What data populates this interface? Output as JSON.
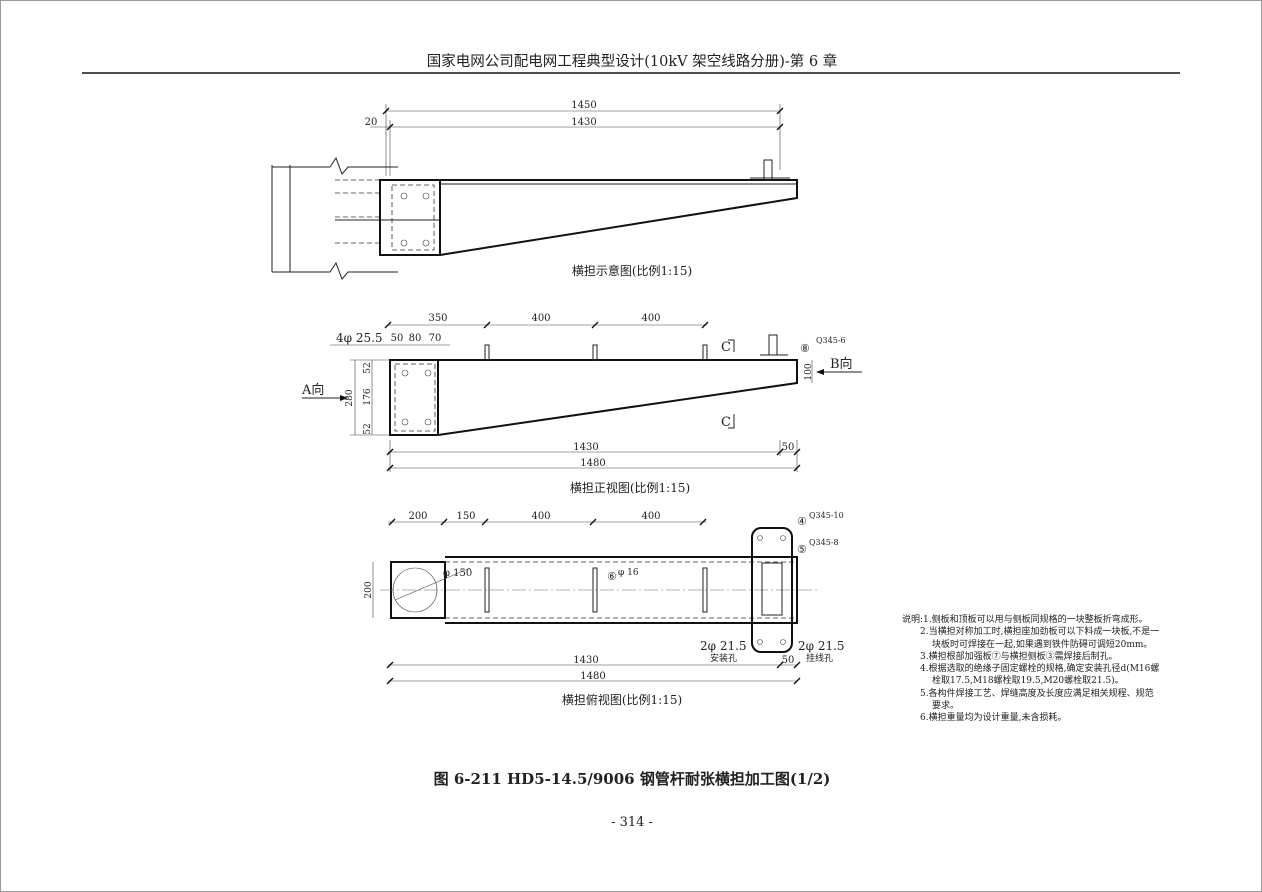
{
  "header": {
    "title": "国家电网公司配电网工程典型设计(10kV 架空线路分册)-第 6 章"
  },
  "view1": {
    "caption": "横担示意图(比例1:15)",
    "dims": {
      "overall": "1450",
      "main": "1430",
      "offset": "20"
    }
  },
  "view2": {
    "caption": "横担正视图(比例1:15)",
    "top_dims": [
      "350",
      "400",
      "400"
    ],
    "hole_dims": [
      "50",
      "80",
      "70"
    ],
    "hole_spec": "4φ 25.5",
    "left_dims": {
      "total": "280",
      "top": "52",
      "mid": "176",
      "bottom": "52"
    },
    "end_height": "100",
    "bottom_dims": {
      "main": "1430",
      "end": "50",
      "overall": "1480"
    },
    "section_mark": "C",
    "part8": {
      "num": "⑧",
      "spec": "Q345-6"
    },
    "view_a": "A向",
    "view_b": "B向"
  },
  "view3": {
    "caption": "横担俯视图(比例1:15)",
    "top_dims": [
      "200",
      "150",
      "400",
      "400"
    ],
    "width_dim": "200",
    "circle_spec": "φ 150",
    "part6": {
      "num": "⑥",
      "spec": "φ 16"
    },
    "part4": {
      "num": "④",
      "spec": "Q345-10"
    },
    "part5": {
      "num": "⑤",
      "spec": "Q345-8"
    },
    "hole_left": {
      "spec": "2φ 21.5",
      "label": "安装孔"
    },
    "hole_right": {
      "spec": "2φ 21.5",
      "label": "挂线孔"
    },
    "bottom_dims": {
      "main": "1430",
      "end": "50",
      "overall": "1480"
    }
  },
  "notes": {
    "title": "说明:",
    "items": [
      "1.侧板和顶板可以用与侧板同规格的一块整板折弯成形。",
      "2.当横担对称加工时,横担座加劲板可以下料成一块板,不是一块板时可焊接在一起,如果遇到铁件防碍可调短20mm。",
      "3.横担根部加强板⑦与横担侧板③需焊接后制孔。",
      "4.根据选取的绝缘子固定螺栓的规格,确定安装孔径d(M16螺栓取17.5,M18螺栓取19.5,M20螺栓取21.5)。",
      "5.各构件焊接工艺、焊缝高度及长度应满足相关规程、规范要求。",
      "6.横担重量均为设计重量,未含损耗。"
    ]
  },
  "figure": {
    "caption": "图 6-211   HD5-14.5/9006 钢管杆耐张横担加工图(1/2)"
  },
  "page": {
    "number": "- 314 -"
  }
}
